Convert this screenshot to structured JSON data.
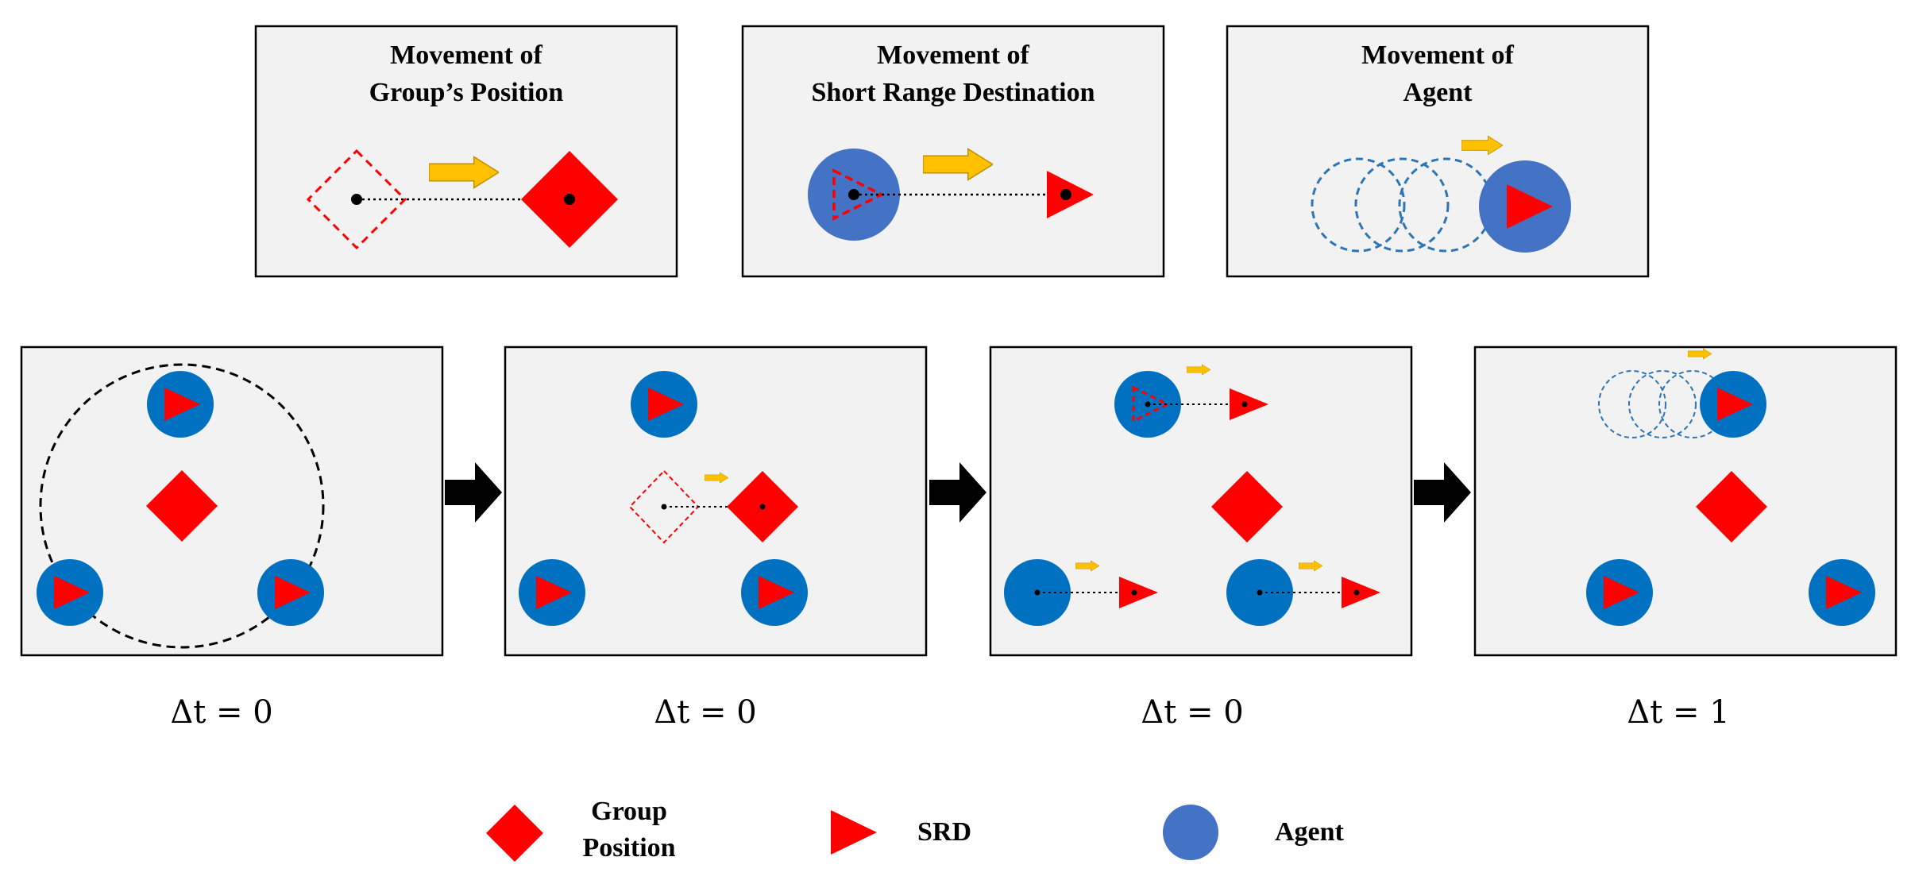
{
  "top_panels": [
    {
      "title_line1": "Movement of",
      "title_line2": "Group’s Position"
    },
    {
      "title_line1": "Movement of",
      "title_line2": "Short Range Destination"
    },
    {
      "title_line1": "Movement of",
      "title_line2": "Agent"
    }
  ],
  "steps": [
    {
      "time_label": "Δt = 0"
    },
    {
      "time_label": "Δt = 0"
    },
    {
      "time_label": "Δt = 0"
    },
    {
      "time_label": "Δt = 1"
    }
  ],
  "legend": {
    "group_line1": "Group",
    "group_line2": "Position",
    "srd": "SRD",
    "agent": "Agent"
  },
  "colors": {
    "group": "#ff0000",
    "srd": "#ff0000",
    "agent_top": "#4472c4",
    "agent_bottom": "#0070c0",
    "arrow": "#ffc000",
    "dashed_agent": "#2e75b6",
    "panel_fill": "#f2f2f2"
  }
}
